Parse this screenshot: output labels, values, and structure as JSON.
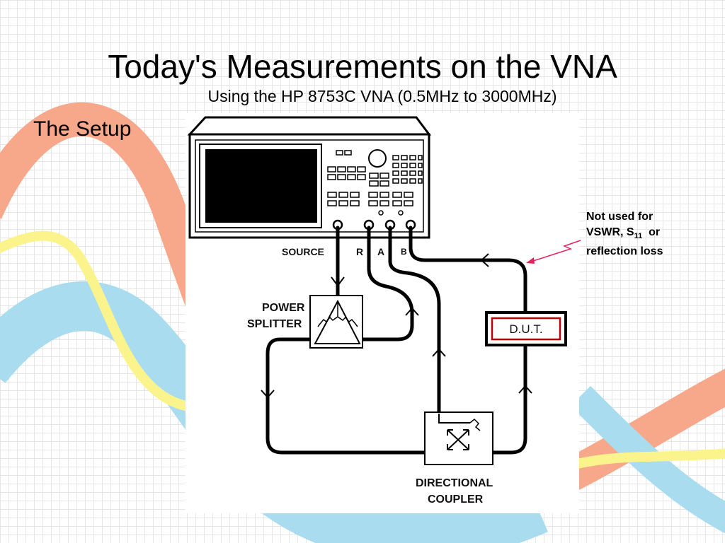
{
  "slide": {
    "title": "Today's Measurements on the VNA",
    "subtitle": "Using the HP 8753C VNA (0.5MHz to 3000MHz)",
    "section_label": "The Setup"
  },
  "diagram": {
    "port_labels": {
      "source": "SOURCE",
      "r": "R",
      "a": "A",
      "b": "B"
    },
    "power_splitter": [
      "POWER",
      "SPLITTER"
    ],
    "dut": "D.U.T.",
    "directional_coupler": [
      "DIRECTIONAL",
      "COUPLER"
    ]
  },
  "annotation": {
    "line1": "Not used for",
    "line2_prefix": "VSWR, S",
    "line2_sub": "11",
    "line2_suffix": "  or",
    "line3": "reflection loss",
    "arrow_color": "#e0245e"
  },
  "colors": {
    "wave_salmon": "#f7a88b",
    "wave_yellow": "#fbf48c",
    "wave_blue": "#a9dcef"
  }
}
